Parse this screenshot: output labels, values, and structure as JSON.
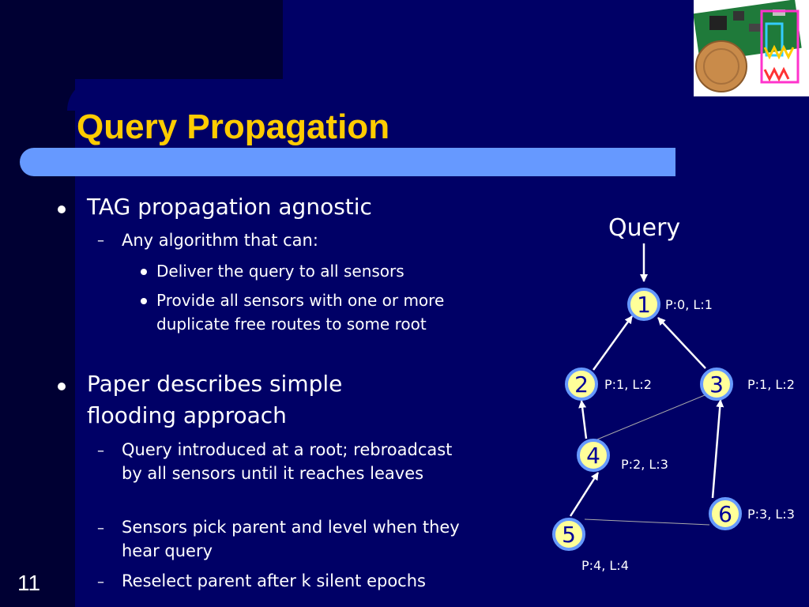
{
  "slide": {
    "title": "Query Propagation",
    "page_number": "11"
  },
  "bullets": [
    {
      "text": "TAG propagation agnostic"
    },
    {
      "text": "Any algorithm that can:"
    },
    {
      "text": "Deliver the query to all sensors"
    },
    {
      "text": "Provide all sensors with one or more duplicate free routes to some root"
    },
    {
      "text": "Paper describes simple flooding approach"
    },
    {
      "text": "Query introduced at a root; rebroadcast by all sensors until it reaches leaves"
    },
    {
      "text": "Sensors pick parent and level when they hear query"
    },
    {
      "text": "Reselect parent after k silent epochs"
    }
  ],
  "diagram": {
    "query_label": "Query",
    "nodes": [
      {
        "id": "1",
        "annotation": "P:0, L:1"
      },
      {
        "id": "2",
        "annotation": "P:1, L:2"
      },
      {
        "id": "3",
        "annotation": "P:1, L:2"
      },
      {
        "id": "4",
        "annotation": "P:2, L:3"
      },
      {
        "id": "5",
        "annotation": "P:4, L:4"
      },
      {
        "id": "6",
        "annotation": "P:3, L:3"
      }
    ]
  },
  "colors": {
    "background": "#000066",
    "title": "#ffcc00",
    "accent_bar": "#6699ff",
    "node_fill": "#ffff99",
    "node_stroke": "#6699ff"
  }
}
